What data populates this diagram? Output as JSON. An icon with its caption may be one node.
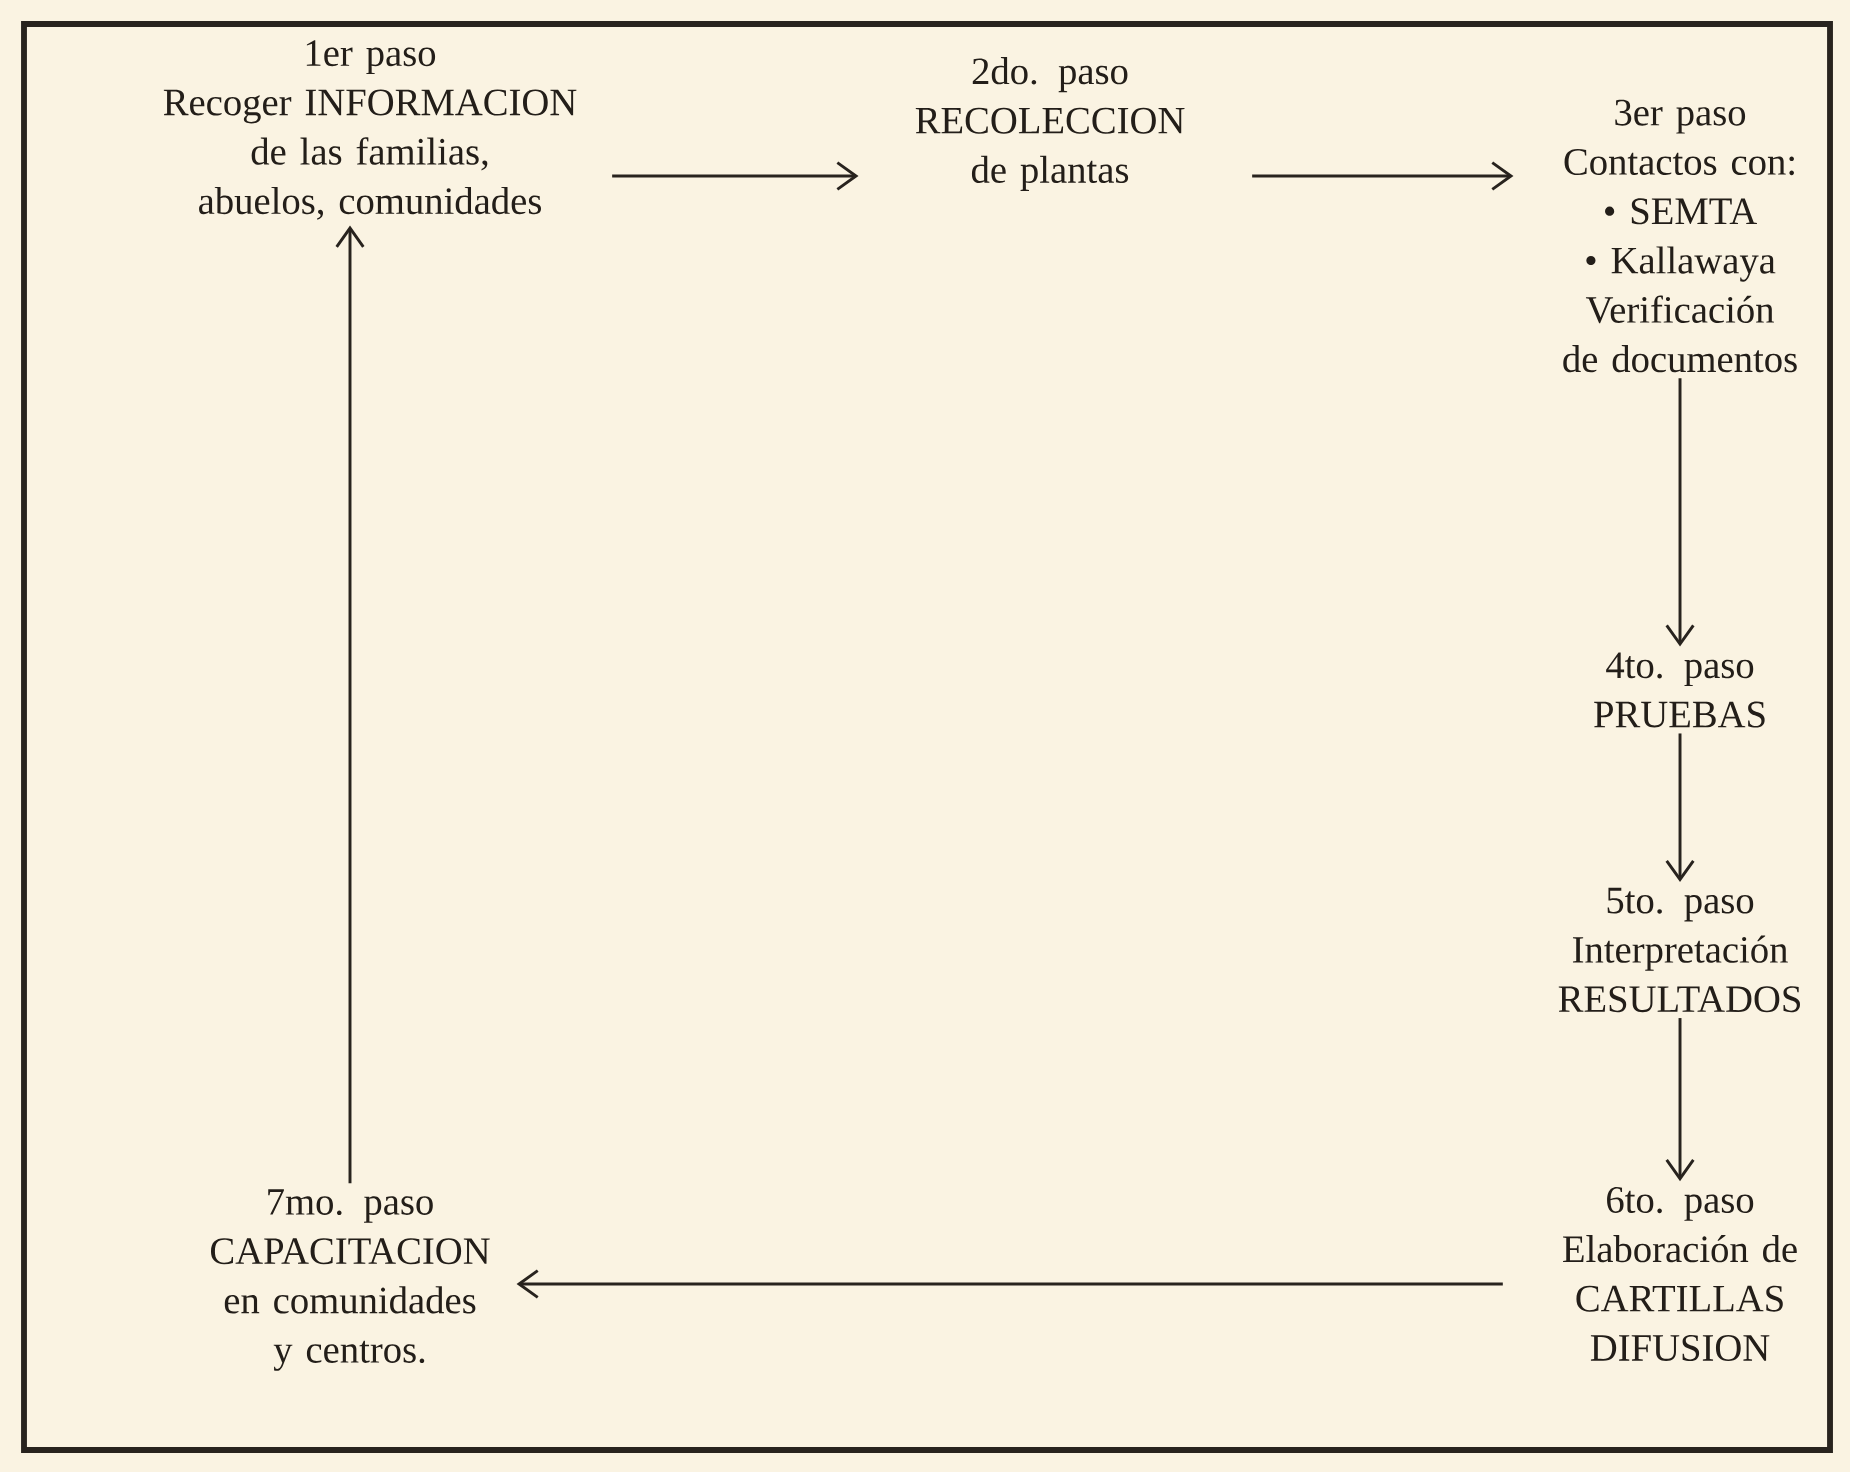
{
  "diagram": {
    "nodes": [
      {
        "text": [
          "1er paso",
          "Recoger INFORMACION de las familias, abuelos, comunidades"
        ]
      },
      {
        "text": [
          "2do. paso",
          "RECOLECCION de plantas"
        ]
      },
      {
        "text": [
          "3er paso",
          "Contactos con:",
          "• SEMTA",
          "• Kallawaya",
          "Verificación de documentos"
        ]
      },
      {
        "text": [
          "4to. paso",
          "PRUEBAS"
        ]
      },
      {
        "text": [
          "5to. paso",
          "Interpretación RESULTADOS"
        ]
      },
      {
        "text": [
          "6to. paso",
          "Elaboración de CARTILLAS DIFUSION"
        ]
      },
      {
        "text": [
          "7mo. paso",
          "CAPACITACION en comunidades y centros."
        ]
      }
    ],
    "edges": [
      {
        "from": 0,
        "to": 1,
        "arrow": "to"
      },
      {
        "from": 1,
        "to": 2,
        "arrow": "to"
      },
      {
        "from": 2,
        "to": 3,
        "arrow": "to"
      },
      {
        "from": 3,
        "to": 4,
        "arrow": "to"
      },
      {
        "from": 4,
        "to": 5,
        "arrow": "to"
      },
      {
        "from": 5,
        "to": 6,
        "arrow": "to"
      },
      {
        "from": 6,
        "to": 0,
        "arrow": "to"
      }
    ]
  }
}
